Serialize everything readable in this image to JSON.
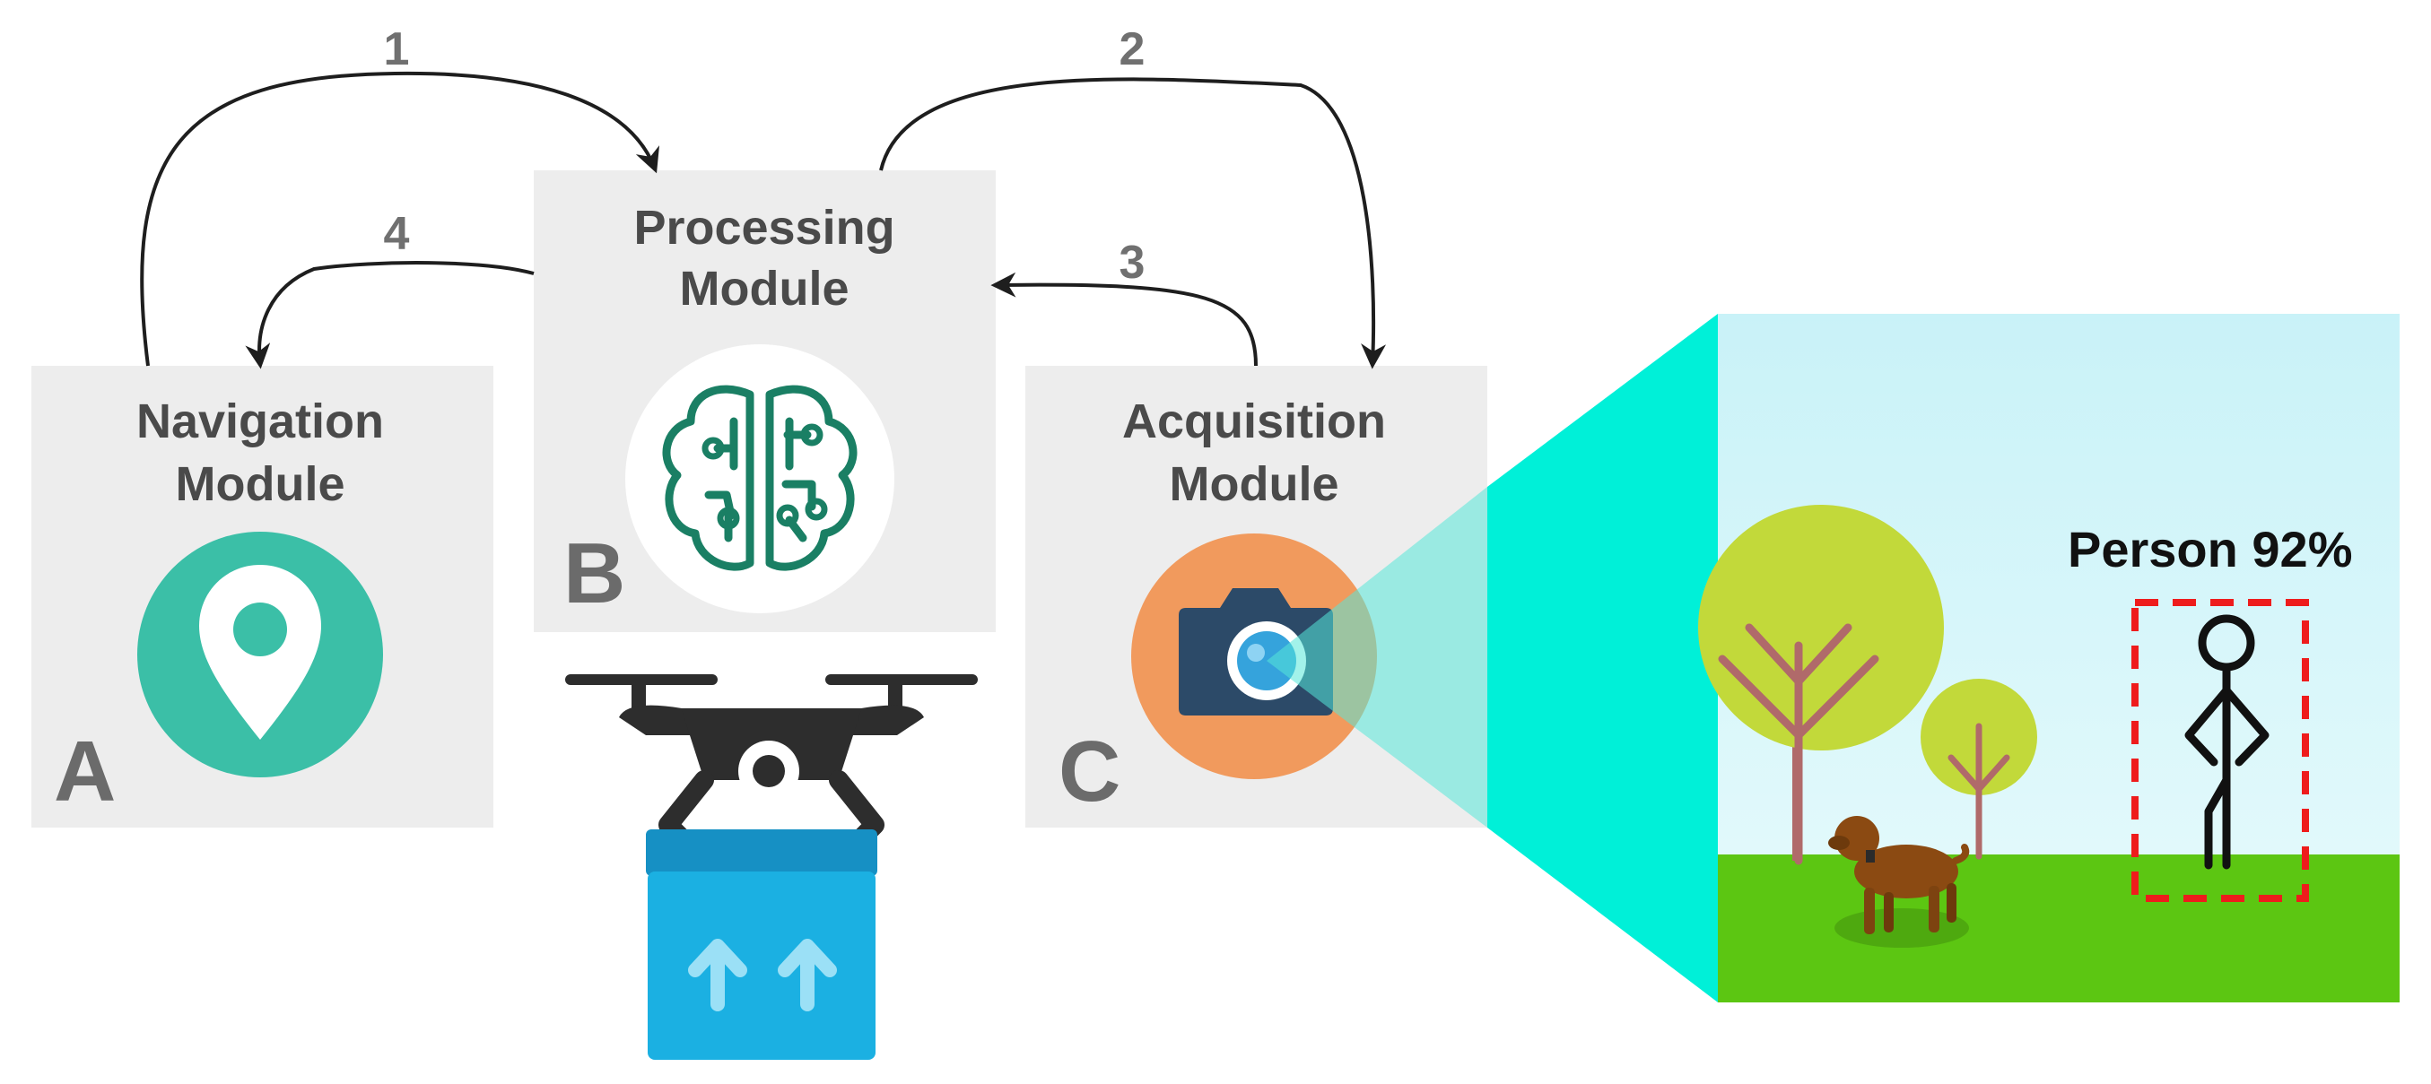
{
  "modules": {
    "navigation": {
      "title_line1": "Navigation",
      "title_line2": "Module",
      "letter": "A",
      "icon": "map-pin-icon",
      "color": "#3bbfa7"
    },
    "processing": {
      "title_line1": "Processing",
      "title_line2": "Module",
      "letter": "B",
      "icon": "brain-circuit-icon",
      "color": "#1a7f64"
    },
    "acquisition": {
      "title_line1": "Acquisition",
      "title_line2": "Module",
      "letter": "C",
      "icon": "camera-icon",
      "color": "#f19a5d"
    }
  },
  "steps": [
    "1",
    "2",
    "3",
    "4"
  ],
  "scene": {
    "detection_label": "Person 92%",
    "box_color": "#ee1c1c",
    "sky_color": "#d8f7fa",
    "ground_color": "#5cc612"
  },
  "drone": {
    "icon": "drone-icon",
    "package_icon": "package-box-icon"
  },
  "colors": {
    "box": "#ededed",
    "text": "#4a4a4a",
    "cone": "#00f0d8"
  }
}
